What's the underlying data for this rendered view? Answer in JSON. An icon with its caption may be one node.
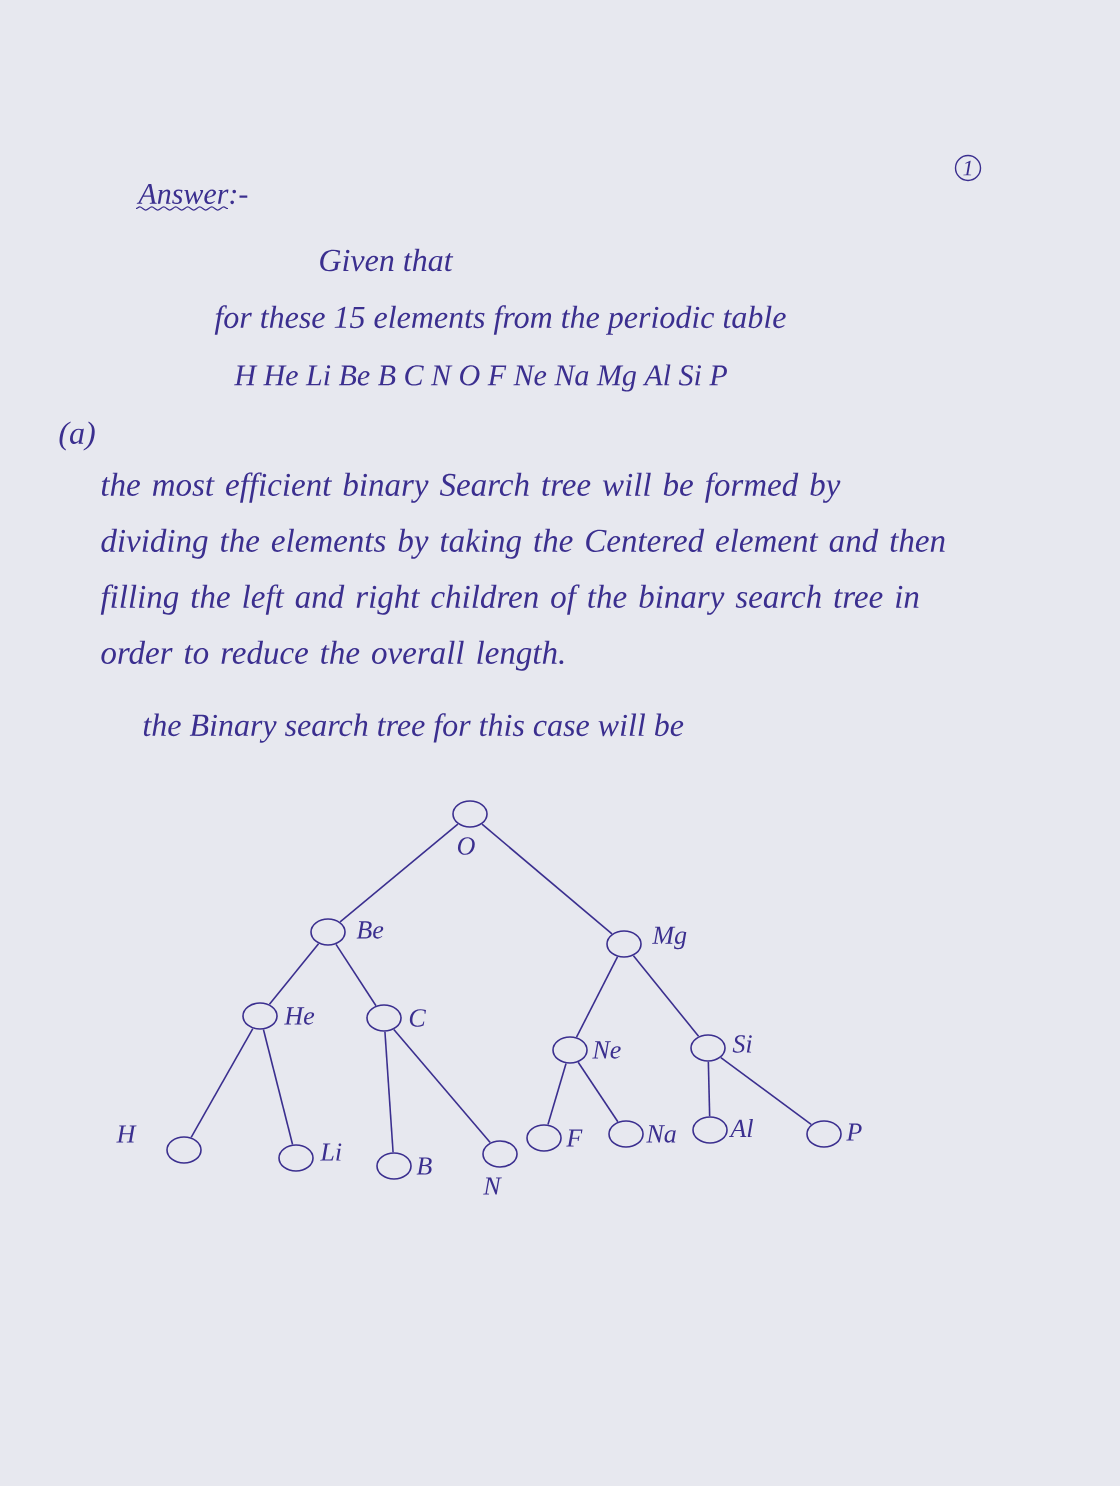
{
  "diagram": {
    "nodes": [
      {
        "text": [],
        "shape": "circle",
        "beside": [
          "O"
        ]
      },
      {
        "text": [],
        "shape": "circle",
        "beside": [
          "Be"
        ]
      },
      {
        "text": [],
        "shape": "circle",
        "beside": [
          "Mg"
        ]
      },
      {
        "text": [],
        "shape": "circle",
        "beside": [
          "He"
        ]
      },
      {
        "text": [],
        "shape": "circle",
        "beside": [
          "C"
        ]
      },
      {
        "text": [],
        "shape": "circle",
        "beside": [
          "Ne"
        ]
      },
      {
        "text": [],
        "shape": "circle",
        "beside": [
          "Si"
        ]
      },
      {
        "text": [],
        "shape": "circle",
        "beside": [
          "H"
        ]
      },
      {
        "text": [],
        "shape": "circle",
        "beside": [
          "Li"
        ]
      },
      {
        "text": [],
        "shape": "circle",
        "beside": [
          "B"
        ]
      },
      {
        "text": [],
        "shape": "circle",
        "beside": [
          "N"
        ]
      },
      {
        "text": [],
        "shape": "circle",
        "beside": [
          "F"
        ]
      },
      {
        "text": [],
        "shape": "circle",
        "beside": [
          "Na"
        ]
      },
      {
        "text": [],
        "shape": "circle",
        "beside": [
          "Al"
        ]
      },
      {
        "text": [],
        "shape": "circle",
        "beside": [
          "P"
        ]
      }
    ],
    "edges": [
      {
        "from": 0,
        "to": 1,
        "arrow": "none"
      },
      {
        "from": 0,
        "to": 2,
        "arrow": "none"
      },
      {
        "from": 1,
        "to": 3,
        "arrow": "none"
      },
      {
        "from": 1,
        "to": 4,
        "arrow": "none"
      },
      {
        "from": 2,
        "to": 5,
        "arrow": "none"
      },
      {
        "from": 2,
        "to": 6,
        "arrow": "none"
      },
      {
        "from": 3,
        "to": 7,
        "arrow": "none"
      },
      {
        "from": 3,
        "to": 8,
        "arrow": "none"
      },
      {
        "from": 4,
        "to": 9,
        "arrow": "none"
      },
      {
        "from": 4,
        "to": 10,
        "arrow": "none"
      },
      {
        "from": 5,
        "to": 11,
        "arrow": "none"
      },
      {
        "from": 5,
        "to": 12,
        "arrow": "none"
      },
      {
        "from": 6,
        "to": 13,
        "arrow": "none"
      },
      {
        "from": 6,
        "to": 14,
        "arrow": "none"
      }
    ],
    "labels": [
      "1",
      "Answer:-",
      "Given that",
      "for these 15 elements from the periodic table",
      "H He Li Be B C N O F Ne Na Mg Al Si P",
      "(a)",
      "the most efficient binary Search tree will be formed by dividing the elements by taking the Centered element and then filling the left and right children of the binary search tree in order to reduce the overall length.",
      "the Binary search tree for this case will be"
    ]
  }
}
